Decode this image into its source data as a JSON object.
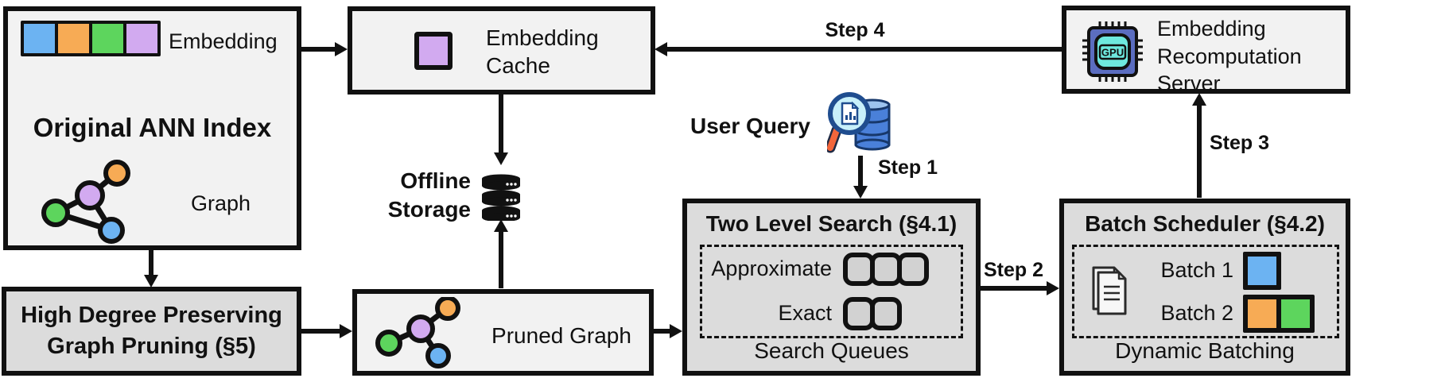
{
  "figure": {
    "ann_index": {
      "title": "Original ANN Index",
      "embedding_label": "Embedding",
      "graph_label": "Graph"
    },
    "pruning": {
      "label": "High Degree Preserving\nGraph Pruning (§5)"
    },
    "cache": {
      "label": "Embedding\nCache"
    },
    "offline_storage": {
      "label": "Offline\nStorage"
    },
    "pruned_graph": {
      "label": "Pruned Graph"
    },
    "user_query": {
      "label": "User Query"
    },
    "two_level_search": {
      "title": "Two Level Search (§4.1)",
      "row1_label": "Approximate",
      "row2_label": "Exact",
      "approximate_slots": 3,
      "exact_slots": 2,
      "footer": "Search Queues"
    },
    "batch_scheduler": {
      "title": "Batch Scheduler (§4.2)",
      "row1_label": "Batch 1",
      "row2_label": "Batch 2",
      "footer": "Dynamic Batching"
    },
    "server": {
      "label": "Embedding\nRecomputation\nServer",
      "chip_label": "GPU"
    },
    "steps": {
      "step1": "Step 1",
      "step2": "Step 2",
      "step3": "Step 3",
      "step4": "Step 4"
    },
    "colors": {
      "node_blue": "#6cb3f2",
      "node_orange": "#f7ab55",
      "node_green": "#5dd55d",
      "node_purple": "#d2aaf0",
      "box_light": "#f2f2f2",
      "box_gray": "#dcdcdc",
      "outline": "#111111",
      "gpu_body": "#5b6dc0",
      "gpu_core": "#6ee8de",
      "query_db": "#4a80d9",
      "lens_fill": "#c8f0fa",
      "handle_orange": "#f2663b"
    }
  }
}
